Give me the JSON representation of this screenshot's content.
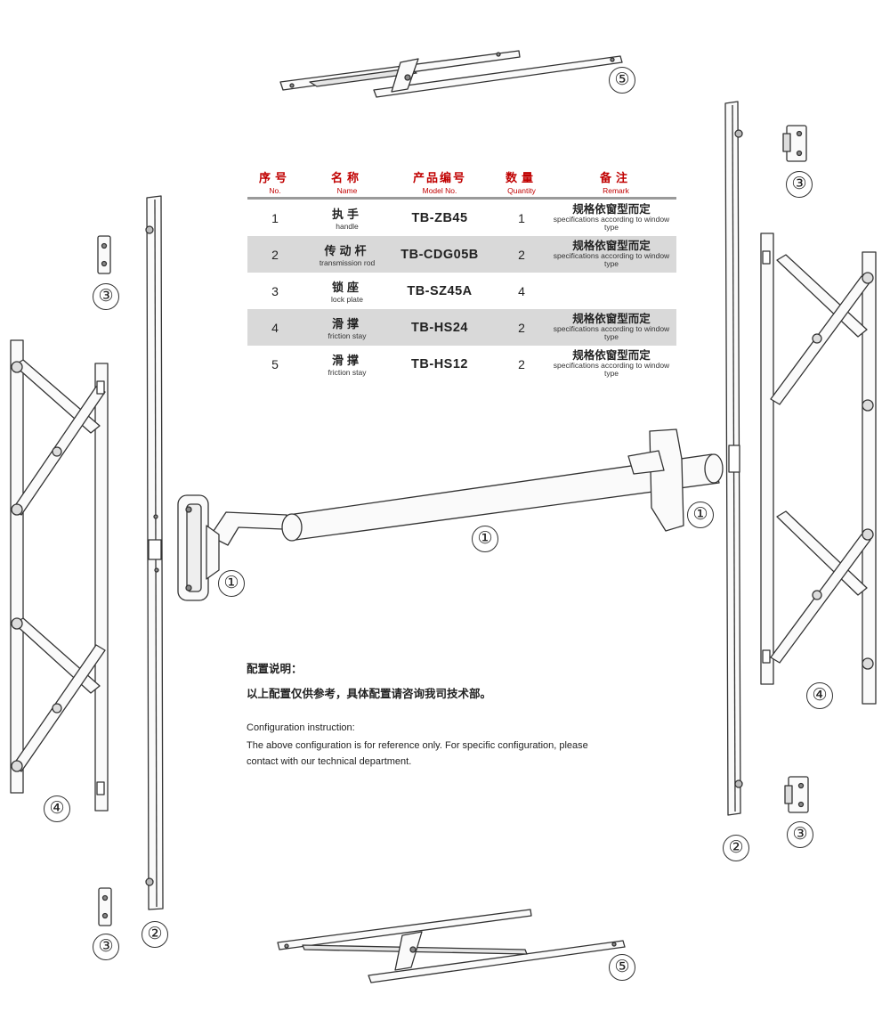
{
  "table": {
    "headers": [
      {
        "zh": "序号",
        "en": "No."
      },
      {
        "zh": "名称",
        "en": "Name"
      },
      {
        "zh": "产品编号",
        "en": "Model No."
      },
      {
        "zh": "数量",
        "en": "Quantity"
      },
      {
        "zh": "备注",
        "en": "Remark"
      }
    ],
    "rows": [
      {
        "no": "1",
        "name_zh": "执手",
        "name_en": "handle",
        "model": "TB-ZB45",
        "qty": "1",
        "remark_zh": "规格依窗型而定",
        "remark_en": "specifications according to window type"
      },
      {
        "no": "2",
        "name_zh": "传动杆",
        "name_en": "transmission rod",
        "model": "TB-CDG05B",
        "qty": "2",
        "remark_zh": "规格依窗型而定",
        "remark_en": "specifications according to window type"
      },
      {
        "no": "3",
        "name_zh": "锁座",
        "name_en": "lock plate",
        "model": "TB-SZ45A",
        "qty": "4",
        "remark_zh": "",
        "remark_en": ""
      },
      {
        "no": "4",
        "name_zh": "滑撑",
        "name_en": "friction stay",
        "model": "TB-HS24",
        "qty": "2",
        "remark_zh": "规格依窗型而定",
        "remark_en": "specifications according to window type"
      },
      {
        "no": "5",
        "name_zh": "滑撑",
        "name_en": "friction stay",
        "model": "TB-HS12",
        "qty": "2",
        "remark_zh": "规格依窗型而定",
        "remark_en": "specifications according to window type"
      }
    ]
  },
  "notes": {
    "zh_title": "配置说明：",
    "zh_body": "以上配置仅供参考，具体配置请咨询我司技术部。",
    "en_title": "Configuration instruction:",
    "en_body_line1": "The above configuration is for reference only. For specific configuration, please",
    "en_body_line2": "contact with our technical department."
  },
  "callouts": {
    "handle": "①",
    "rod": "②",
    "lock_plate": "③",
    "stay_long": "④",
    "stay_short": "⑤"
  },
  "colors": {
    "header_red": "#c00000",
    "row_shade": "#d9d9d9",
    "line": "#333333"
  }
}
